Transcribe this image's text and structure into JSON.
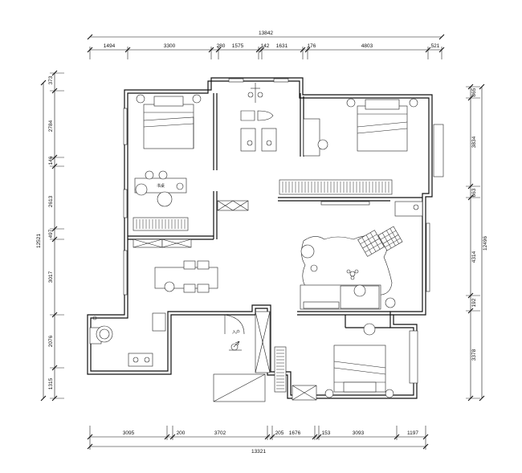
{
  "top_dimensions": {
    "total": "13842",
    "segments": [
      "1494",
      "3300",
      "280",
      "1575",
      "142",
      "1631",
      "176",
      "4803",
      "521"
    ]
  },
  "bottom_dimensions": {
    "total": "13321",
    "segments": [
      "3095",
      "200",
      "3702",
      "205",
      "1676",
      "153",
      "3093",
      "1197"
    ]
  },
  "left_dimensions": {
    "total": "12521",
    "segments": [
      "373",
      "2784",
      "146",
      "2613",
      "497",
      "3017",
      "2076",
      "1315"
    ]
  },
  "right_dimensions": {
    "total": "12496",
    "segments": [
      "865",
      "3834",
      "663",
      "4314",
      "192",
      "3378"
    ]
  },
  "room_labels": {
    "study": "书桌",
    "entrance": "入户"
  }
}
